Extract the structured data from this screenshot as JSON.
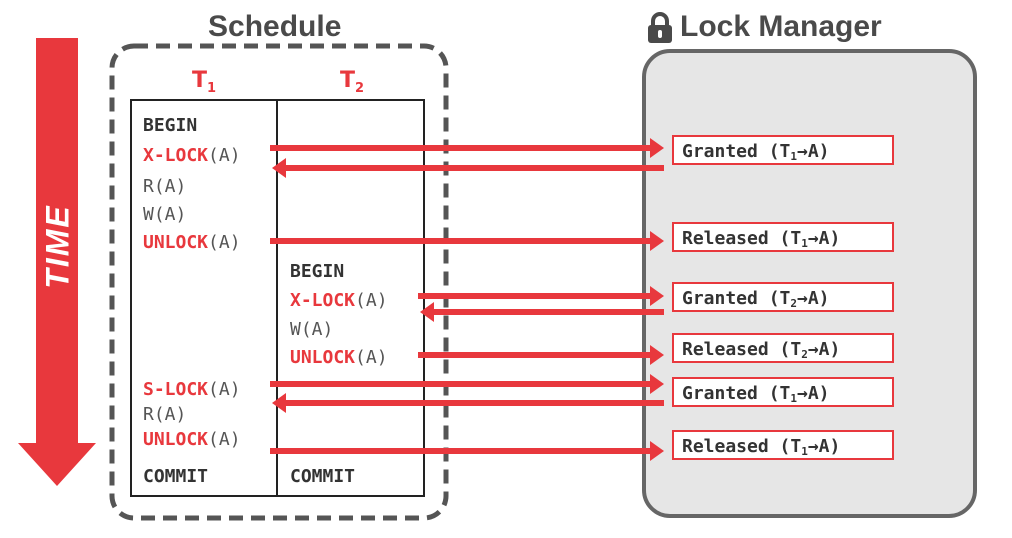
{
  "titles": {
    "schedule": "Schedule",
    "lock_manager": "Lock Manager"
  },
  "transactions": {
    "t1": {
      "base": "T",
      "sub": "1"
    },
    "t2": {
      "base": "T",
      "sub": "2"
    }
  },
  "time_label": "TIME",
  "t1_ops": [
    {
      "kw": "",
      "plain": "BEGIN",
      "arg": ""
    },
    {
      "kw": "X-LOCK",
      "plain": "",
      "arg": "(A)"
    },
    {
      "kw": "",
      "plain": "",
      "arg": "R(A)"
    },
    {
      "kw": "",
      "plain": "",
      "arg": "W(A)"
    },
    {
      "kw": "UNLOCK",
      "plain": "",
      "arg": "(A)"
    },
    {
      "kw": "S-LOCK",
      "plain": "",
      "arg": "(A)"
    },
    {
      "kw": "",
      "plain": "",
      "arg": "R(A)"
    },
    {
      "kw": "UNLOCK",
      "plain": "",
      "arg": "(A)"
    },
    {
      "kw": "",
      "plain": "COMMIT",
      "arg": ""
    }
  ],
  "t2_ops": [
    {
      "kw": "",
      "plain": "BEGIN",
      "arg": ""
    },
    {
      "kw": "X-LOCK",
      "plain": "",
      "arg": "(A)"
    },
    {
      "kw": "",
      "plain": "",
      "arg": "W(A)"
    },
    {
      "kw": "UNLOCK",
      "plain": "",
      "arg": "(A)"
    },
    {
      "kw": "",
      "plain": "COMMIT",
      "arg": ""
    }
  ],
  "lock_events": [
    {
      "status": "Granted",
      "txn": "T",
      "sub": "1",
      "target": "A"
    },
    {
      "status": "Released",
      "txn": "T",
      "sub": "1",
      "target": "A"
    },
    {
      "status": "Granted",
      "txn": "T",
      "sub": "2",
      "target": "A"
    },
    {
      "status": "Released",
      "txn": "T",
      "sub": "2",
      "target": "A"
    },
    {
      "status": "Granted",
      "txn": "T",
      "sub": "1",
      "target": "A"
    },
    {
      "status": "Released",
      "txn": "T",
      "sub": "1",
      "target": "A"
    }
  ],
  "colors": {
    "accent": "#e8383d",
    "text": "#4a4a4a",
    "panel": "#e6e6e6"
  },
  "icons": {
    "lock": "lock-icon"
  }
}
